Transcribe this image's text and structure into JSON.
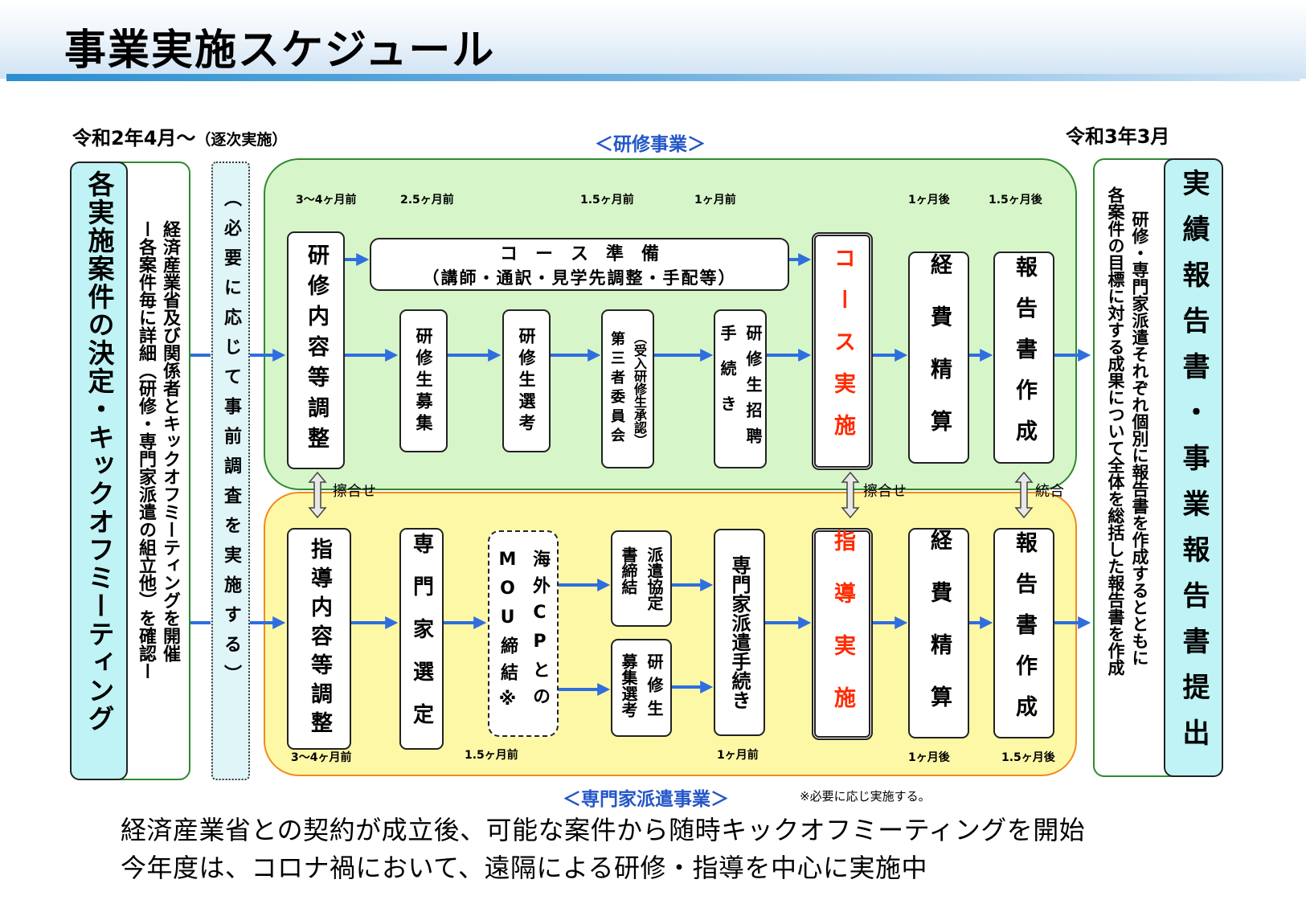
{
  "title": "事業実施スケジュール",
  "start_date": "令和2年4月〜",
  "start_note": "（逐次実施）",
  "end_date": "令和3年3月",
  "section_training": "＜研修事業＞",
  "section_expert": "＜専門家派遣事業＞",
  "footnote": "※必要に応じ実施する。",
  "left_main": "各実施案件の決定・キックオフミーティング",
  "left_sub_1": "経済産業省及び関係者とキックオフミーティングを開催",
  "left_sub_2": "ー各案件毎に詳細（研修・専門家派遣の組立他）を確認ー",
  "pre_survey": "（必要に応じて事前調査を実施する）",
  "right_main": "実績報告書・事業報告書提出",
  "right_sub_1": "研修・専門家派遣それぞれ個別に報告書を作成するとともに",
  "right_sub_2": "各案件の目標に対する成果について全体を総括した報告書を作成",
  "training": {
    "timing": [
      "3〜4ヶ月前",
      "2.5ヶ月前",
      "1.5ヶ月前",
      "1ヶ月前",
      "1ヶ月後",
      "1.5ヶ月後"
    ],
    "content_adjust": "研修内容等調整",
    "course_prep_1": "コ　ー　ス　準　備",
    "course_prep_2": "（講師・通訳・見学先調整・手配等）",
    "recruit": "研修生募集",
    "select": "研修生選考",
    "committee_a": "第三者委員会",
    "committee_b": "（受入研修生承認）",
    "invite_a": "手続き",
    "invite_b": "研修生招聘",
    "course_run": "コース実施",
    "expense": "経費精算",
    "report": "報告書作成"
  },
  "links": {
    "left": "擦合せ",
    "mid": "擦合せ",
    "right": "統合"
  },
  "expert": {
    "timing_1": "3〜4ヶ月前",
    "timing_2": "1.5ヶ月前",
    "timing_3": "1ヶ月前",
    "timing_4": "1ヶ月後",
    "timing_5": "1.5ヶ月後",
    "content_adjust": "指導内容等調整",
    "expert_select": "専門家選定",
    "mou_a": "海外CPとの",
    "mou_b": "MOU締結※",
    "agreement_a": "派遣協定",
    "agreement_b": "書締結",
    "trainee_a": "研修生",
    "trainee_b": "募集選考",
    "dispatch": "専門家派遣手続き",
    "guidance_run": "指導実施",
    "expense": "経費精算",
    "report": "報告書作成"
  },
  "bottom_1": "経済産業省との契約が成立後、可能な案件から随時キックオフミーティングを開始",
  "bottom_2": "今年度は、コロナ禍において、遠隔による研修・指導を中心に実施中",
  "colors": {
    "arrow": "#2f6ee0",
    "green_zone": "#d6f5c8",
    "yellow_zone": "#fdf8a6",
    "left_panel": "#bff3f5",
    "red_text": "#ff2a00"
  }
}
